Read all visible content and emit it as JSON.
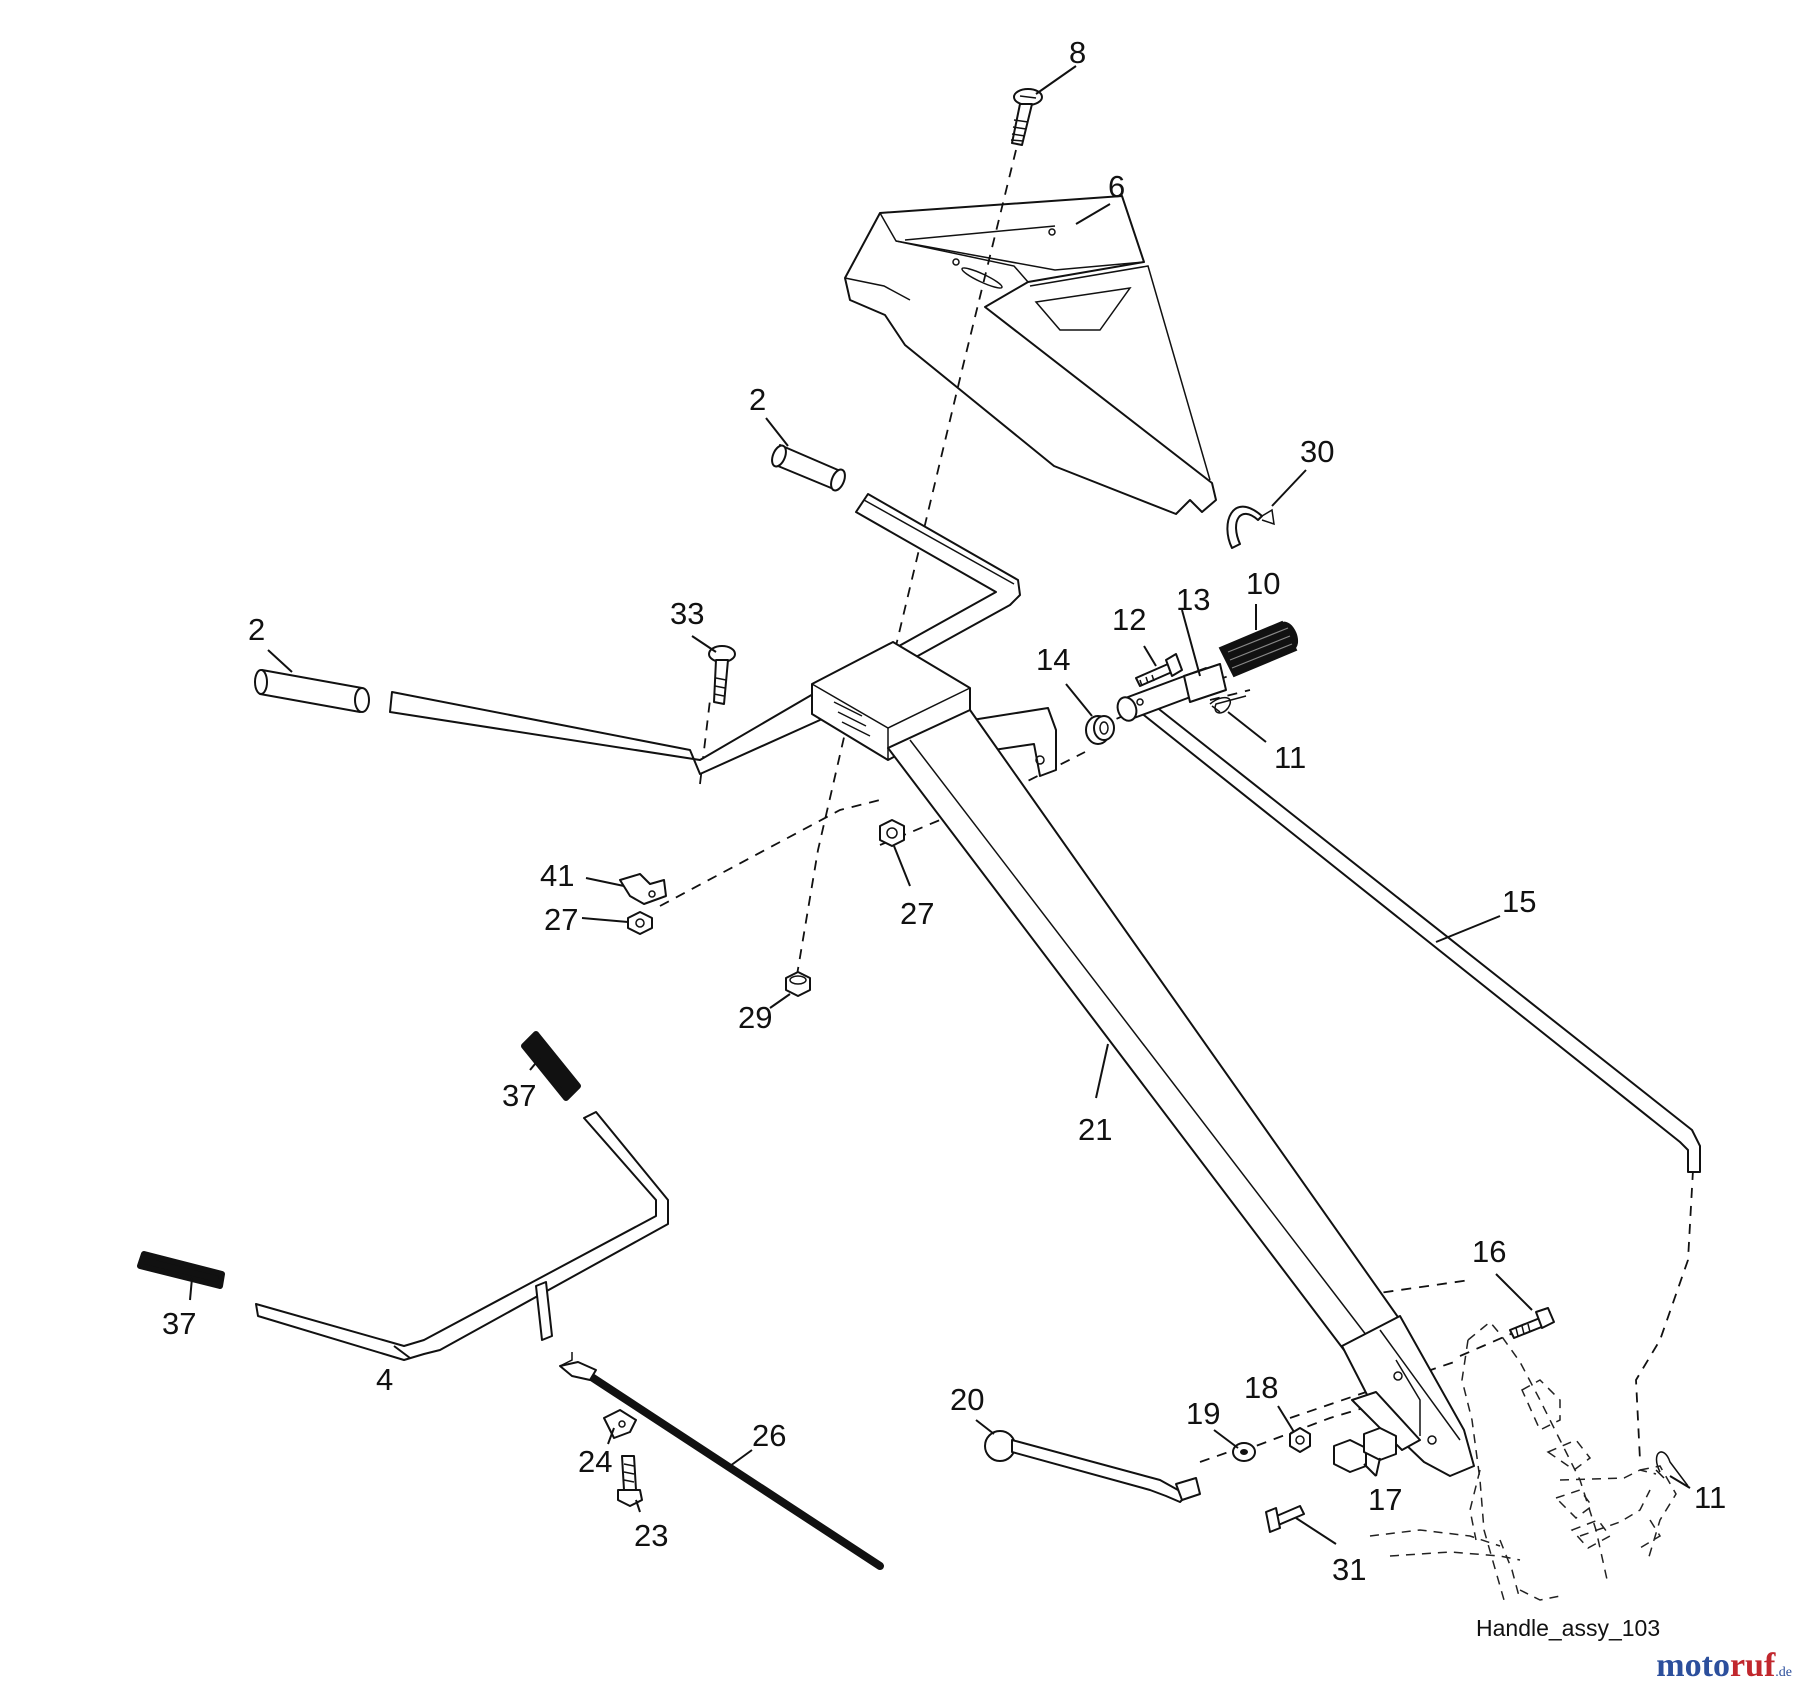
{
  "diagram": {
    "callouts": {
      "c8": "8",
      "c6": "6",
      "c2a": "2",
      "c30": "30",
      "c2b": "2",
      "c33": "33",
      "c12": "12",
      "c13": "13",
      "c10": "10",
      "c14": "14",
      "c11a": "11",
      "c41": "41",
      "c27a": "27",
      "c27b": "27",
      "c29": "29",
      "c15": "15",
      "c37a": "37",
      "c21": "21",
      "c37b": "37",
      "c4": "4",
      "c16": "16",
      "c20": "20",
      "c18": "18",
      "c19": "19",
      "c26": "26",
      "c24": "24",
      "c17": "17",
      "c11b": "11",
      "c23": "23",
      "c31": "31"
    },
    "caption": "Handle_assy_103"
  },
  "watermark": {
    "brand_main": "moto",
    "brand_accent": "ruf",
    "brand_suffix": ".de"
  }
}
